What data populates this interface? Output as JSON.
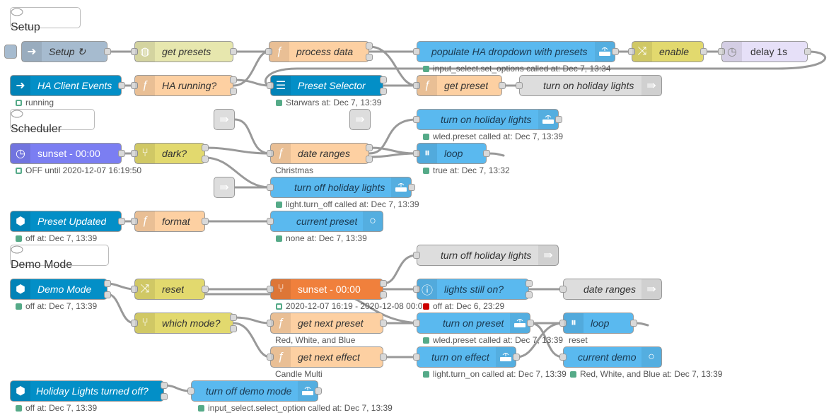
{
  "colors": {
    "ha_blue": "#5ab9ef",
    "ha_dark": "#038fc7",
    "function": "#fdd0a2",
    "switch": "#e2d96e",
    "change": "#e2d96e",
    "inject": "#a6bbcf",
    "link": "#dddddd",
    "delay": "#e6e0f8",
    "http": "#e7e7ae",
    "time_node": "#7b7ef2",
    "sunset_orange": "#f0803c",
    "status_green": "#5a8",
    "status_red": "#cc0000"
  },
  "comments": {
    "setup": "Setup",
    "scheduler": "Scheduler",
    "demo_mode": "Demo Mode"
  },
  "nodes": {
    "setup_inject": "Setup ↻",
    "get_presets": "get presets",
    "process_data": "process data",
    "populate": "populate HA dropdown with presets",
    "enable": "enable",
    "delay": "delay 1s",
    "ha_client": "HA Client Events",
    "ha_running": "HA running?",
    "preset_selector": "Preset Selector",
    "get_preset": "get preset",
    "turn_on_holiday_1": "turn on holiday lights",
    "turn_on_holiday_2": "turn on holiday lights",
    "sunset_1": "sunset - 00:00",
    "dark": "dark?",
    "date_ranges": "date ranges",
    "loop_1": "loop",
    "turn_off_holiday_1": "turn off holiday lights",
    "preset_updated": "Preset Updated",
    "format": "format",
    "current_preset": "current preset",
    "turn_off_holiday_2": "turn off holiday lights",
    "demo_mode": "Demo Mode",
    "reset": "reset",
    "sunset_2": "sunset - 00:00",
    "lights_still_on": "lights still on?",
    "date_ranges_link": "date ranges",
    "which_mode": "which mode?",
    "get_next_preset": "get next preset",
    "turn_on_preset": "turn on preset",
    "loop_2": "loop",
    "get_next_effect": "get next effect",
    "turn_on_effect": "turn on effect",
    "current_demo": "current demo",
    "holiday_off": "Holiday Lights turned off?",
    "turn_off_demo": "turn off demo mode"
  },
  "statuses": {
    "populate": "input_select.set_options called at: Dec 7, 13:34",
    "ha_client": "running",
    "preset_selector": "Starwars at: Dec 7, 13:39",
    "turn_on_holiday_2": "wled.preset called at: Dec 7, 13:39",
    "sunset_1": "OFF until 2020-12-07 16:19:50",
    "loop_1": "true at: Dec 7, 13:32",
    "turn_off_holiday_1": "light.turn_off called at: Dec 7, 13:39",
    "preset_updated": "off at: Dec 7, 13:39",
    "current_preset": "none at: Dec 7, 13:39",
    "demo_mode": "off at: Dec 7, 13:39",
    "sunset_2": "2020-12-07 16:19 - 2020-12-08 00:00",
    "lights_still_on": "off at: Dec 6, 23:29",
    "turn_on_preset": "wled.preset called at: Dec 7, 13:39",
    "turn_on_effect": "light.turn_on called at: Dec 7, 13:39",
    "current_demo": "Red, White, and Blue at: Dec 7, 13:39",
    "holiday_off": "off at: Dec 7, 13:39",
    "turn_off_demo": "input_select.select_option called at: Dec 7, 13:39"
  },
  "sublabels": {
    "date_ranges": "Christmas",
    "get_next_preset": "Red, White, and Blue",
    "get_next_effect": "Candle Multi",
    "loop_2": "reset"
  },
  "icons": {
    "comment": "comment-icon",
    "inject": "arrow-right-icon",
    "function": "function-icon",
    "switch": "switch-icon",
    "change": "shuffle-icon",
    "ha_service": "router-icon",
    "link_out": "link-icon",
    "delay": "clock-icon",
    "time": "clock-icon",
    "ha_state": "hexagon-arrow-icon",
    "http": "globe-icon",
    "loop": "pause-circle-icon",
    "entity": "circle-icon",
    "info": "info-icon"
  }
}
